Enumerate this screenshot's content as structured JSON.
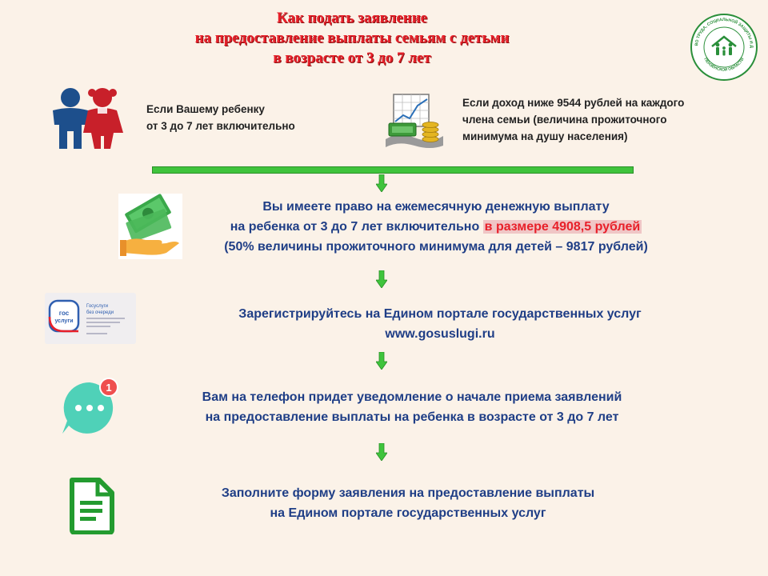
{
  "title": {
    "line1": "Как подать заявление",
    "line2": "на предоставление выплаты семьям  с детьми",
    "line3": "в возрасте от 3 до 7 лет"
  },
  "logo": {
    "arc_top": "МИНИСТЕРСТВО ТРУДА, СОЦИАЛЬНОЙ ЗАЩИТЫ И ДЕМОГРАФИИ",
    "arc_bottom": "ПЕНЗЕНСКОЙ ОБЛАСТИ"
  },
  "conditions": [
    {
      "icon": "children-icon",
      "lines": [
        "Если Вашему ребенку",
        "от 3 до 7 лет включительно"
      ]
    },
    {
      "icon": "money-chart-icon",
      "lines": [
        "Если доход ниже 9544 рублей на каждого",
        "члена семьи (величина прожиточного",
        "минимума на душу населения)"
      ]
    }
  ],
  "steps": {
    "payment": {
      "line1": "Вы имеете право  на ежемесячную денежную выплату",
      "line2_pre": "на ребенка от 3 до 7 лет включительно  ",
      "line2_highlight": "в размере 4908,5 рублей",
      "line3": "(50% величины прожиточного  минимума для детей – 9817 рублей)"
    },
    "register": {
      "line1": "Зарегистрируйтесь на Едином  портале  государственных  услуг",
      "line2": "www.gosuslugi.ru",
      "badge_gos": "гос",
      "badge_uslugi": "услуги",
      "card_title_1": "Госуслуги",
      "card_title_2": "без очереди"
    },
    "notify": {
      "line1": "Вам на телефон придет уведомление  о начале  приема заявлений",
      "line2": "на предоставление  выплаты  на ребенка в возрасте  от 3 до 7 лет",
      "badge_count": "1"
    },
    "fill": {
      "line1": "Заполните форму заявления  на предоставление  выплаты",
      "line2": "на Едином  портале  государственных  услуг"
    }
  },
  "colors": {
    "title": "#e8202a",
    "step_text": "#1f3e86",
    "arrow": "#3fc43c",
    "highlight": "#e8202a",
    "teal": "#4fd1b8"
  }
}
